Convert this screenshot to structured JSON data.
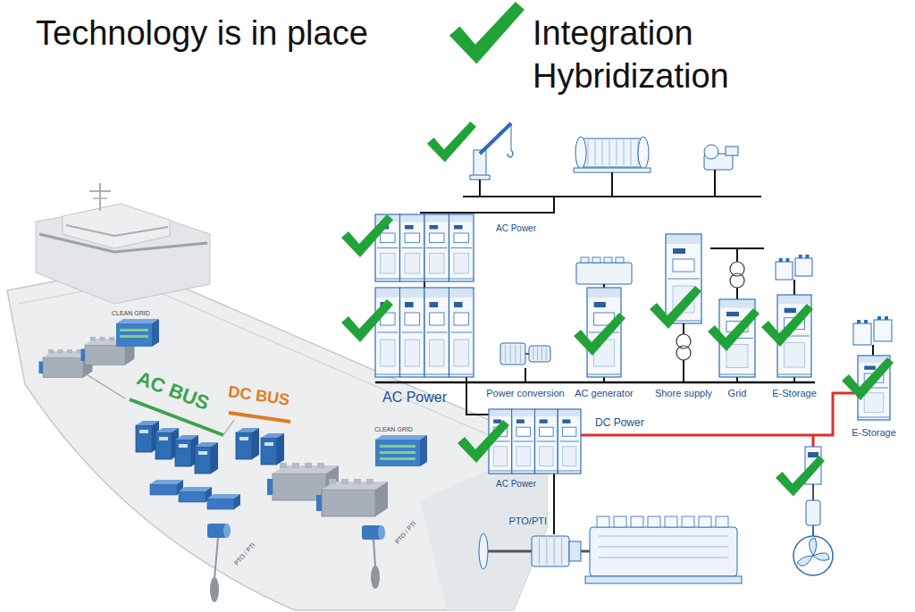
{
  "diagram": {
    "title": "Technology is in place",
    "nodes": [
      {
        "text": [
          "AC Power"
        ]
      },
      {
        "text": [
          "AC Power"
        ]
      },
      {
        "text": [
          "Power conversion"
        ]
      },
      {
        "text": [
          "AC generator"
        ]
      },
      {
        "text": [
          "Shore supply"
        ]
      },
      {
        "text": [
          "Grid"
        ]
      },
      {
        "text": [
          "E-Storage"
        ]
      },
      {
        "text": [
          "AC Power"
        ]
      },
      {
        "text": [
          "E-Storage"
        ]
      },
      {
        "text": [
          "PTO/PTI"
        ]
      }
    ],
    "edges": [
      {
        "from": 0,
        "to": 1,
        "arrow": "none"
      },
      {
        "from": 1,
        "to": 2,
        "arrow": "none"
      },
      {
        "from": 1,
        "to": 3,
        "arrow": "none"
      },
      {
        "from": 1,
        "to": 4,
        "arrow": "none"
      },
      {
        "from": 1,
        "to": 5,
        "arrow": "none"
      },
      {
        "from": 1,
        "to": 6,
        "arrow": "none"
      },
      {
        "from": 1,
        "to": 7,
        "arrow": "none"
      },
      {
        "from": 7,
        "to": 8,
        "label": "DC Power",
        "arrow": "none"
      },
      {
        "from": 7,
        "to": 9,
        "arrow": "none"
      }
    ],
    "labels": [
      "Integration",
      "Hybridization",
      "AC BUS",
      "DC BUS",
      "CLEAN GRID",
      "CLEAN GRID",
      "PTO / PTI",
      "PTO / PTI"
    ]
  }
}
